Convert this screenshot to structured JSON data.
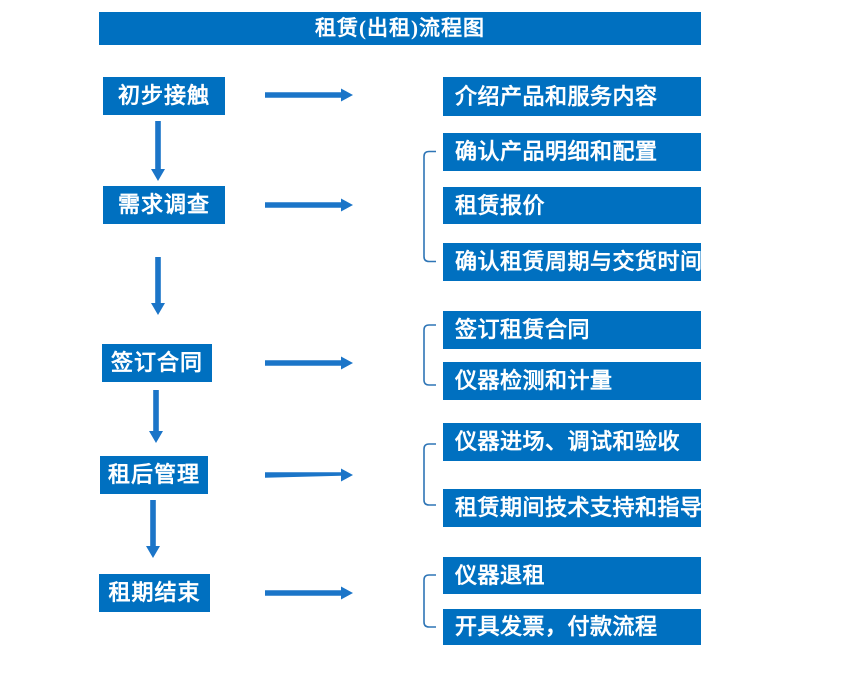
{
  "title": "租赁(出租)流程图",
  "colors": {
    "primary": "#0070C0",
    "arrow": "#1B75C8",
    "bracket": "#2E75B6",
    "text": "#FFFFFF",
    "background": "#FFFFFF"
  },
  "flow": {
    "stages": [
      {
        "label": "初步接触",
        "outputs": [
          "介绍产品和服务内容"
        ]
      },
      {
        "label": "需求调查",
        "outputs": [
          "确认产品明细和配置",
          "租赁报价",
          "确认租赁周期与交货时间"
        ]
      },
      {
        "label": "签订合同",
        "outputs": [
          "签订租赁合同",
          "仪器检测和计量"
        ]
      },
      {
        "label": "租后管理",
        "outputs": [
          "仪器进场、调试和验收",
          "租赁期间技术支持和指导"
        ]
      },
      {
        "label": "租期结束",
        "outputs": [
          "仪器退租",
          "开具发票，付款流程"
        ]
      }
    ]
  }
}
